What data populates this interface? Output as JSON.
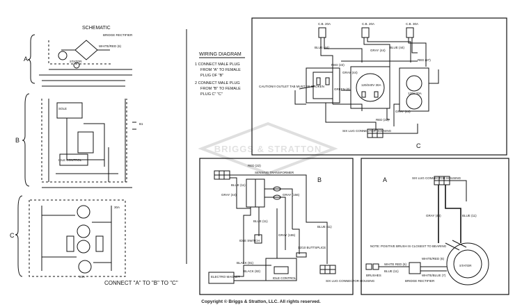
{
  "schematic": {
    "title": "SCHEMATIC",
    "section_a": "A",
    "section_b": "B",
    "section_c": "C",
    "labels_a": [
      "BRIDGE RECTIFIER",
      "WHITE/RED (6)",
      "STATOR"
    ],
    "labels_b": [
      "IDLE CONTROL",
      "SOLE",
      "B1"
    ],
    "labels_c": [
      "20A",
      "30A"
    ]
  },
  "wiring": {
    "title": "WIRING DIAGRAM",
    "step1_line1": "1  CONNECT MALE PLUG",
    "step1_line2": "FROM \"A\" TO FEMALE",
    "step1_line3": "PLUG OF \"B\"",
    "step2_line1": "2  CONNECT MALE PLUG",
    "step2_line2": "FROM \"B\" TO FEMALE",
    "step2_line3": "PLUG C\" \"C\""
  },
  "panel_c": {
    "letter": "C",
    "breakers": [
      "C.B. 20A",
      "C.B. 20A",
      "C.B. 30A"
    ],
    "caution": "CAUTION!!! OUTLET TAB MUST BE BROKEN",
    "outlet_mid": "120/240V 30A",
    "outlet_right": "120V 20A",
    "connector": "SIX LUG CONNECTOR HOUSING",
    "wires": [
      "RED (22)",
      "GRAY (44)",
      "BLUE (44)",
      "GRAY (44)",
      "RED (27)",
      "GREEN (8)",
      "GRAY (44)",
      "BLUE (44)",
      "RED (22)"
    ]
  },
  "panel_b": {
    "letter": "B",
    "sensing": "SENSING TRANSFORMER",
    "idle_switch": "IDLE SWITCH",
    "electro_magnet": "ELECTRO MAGNET",
    "idle_control": "IDLE CONTROL",
    "butt_splice": "12/10 BUTTSPLICE",
    "connector": "SIX LUG CONNECTOR HOUSING",
    "wires": [
      "RED (22)",
      "BLUE (11)",
      "GRAY (44)",
      "GRAY (156)",
      "BLUE (11)",
      "GRAY (155)",
      "BLACK (81)",
      "BLACK (82)",
      "BLUE (11)"
    ]
  },
  "panel_a": {
    "letter": "A",
    "connector": "SIX LUG CONNECTOR HOUSING",
    "note": "NOTE: POSITIVE BRUSH IS CLOSEST TO BEARING",
    "stator": "STATOR",
    "brushes": "BRUSHES",
    "bridge": "BRIDGE RECTIFIER",
    "wires": [
      "GRAY (44)",
      "BLUE (11)",
      "WHITE RED (6)",
      "WHITE/RED (6)",
      "WHITE/BLUE (7)",
      "BLUE (11)"
    ]
  },
  "bottom_note": "CONNECT \"A\" TO \"B\" TO \"C\"",
  "watermark": "BRIGGS & STRATTON",
  "copyright": "Copyright © Briggs & Stratton, LLC. All rights reserved."
}
